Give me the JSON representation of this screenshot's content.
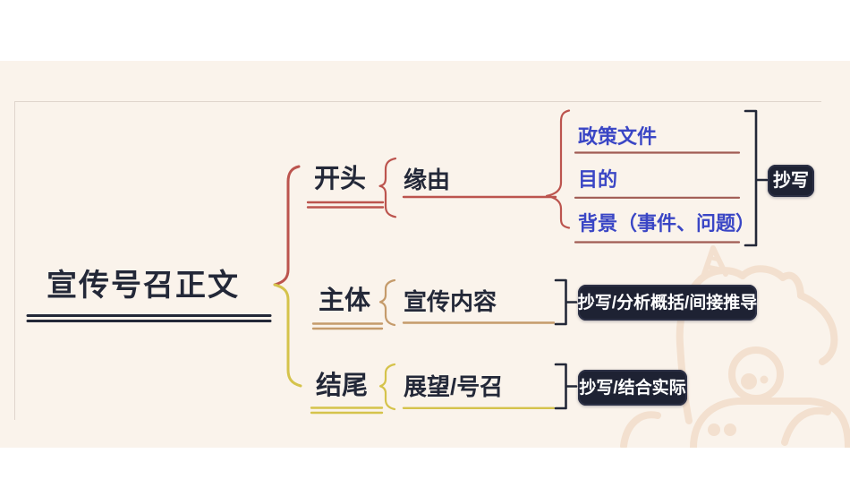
{
  "root": {
    "label": "宣传号召正文"
  },
  "branches": [
    {
      "label": "开头",
      "accent": "#BC544E",
      "child": {
        "label": "缘由",
        "items": [
          {
            "label": "政策文件"
          },
          {
            "label": "目的"
          },
          {
            "label": "背景（事件、问题）"
          }
        ],
        "badge": {
          "label": "抄写"
        }
      }
    },
    {
      "label": "主体",
      "accent": "#C59B6B",
      "child": {
        "label": "宣传内容",
        "badge": {
          "label": "抄写/分析概括/间接推导"
        }
      }
    },
    {
      "label": "结尾",
      "accent": "#D5C34B",
      "child": {
        "label": "展望/号召",
        "badge": {
          "label": "抄写/结合实际"
        }
      }
    }
  ],
  "colors": {
    "page_background": "#FFFFFF",
    "canvas_background": "#FAF3EB",
    "ink_navy": "#232838",
    "item_blue": "#3A46C5",
    "item_underline": "#A05B53",
    "branch_red": "#BC544E",
    "branch_tan": "#C59B6B",
    "branch_yellow": "#D5C34B",
    "badge_background": "#1E2233",
    "badge_text": "#FFFFFF",
    "watermark_peach": "#F3E0CF"
  },
  "watermark": {
    "name": "unicorn-mascot"
  }
}
